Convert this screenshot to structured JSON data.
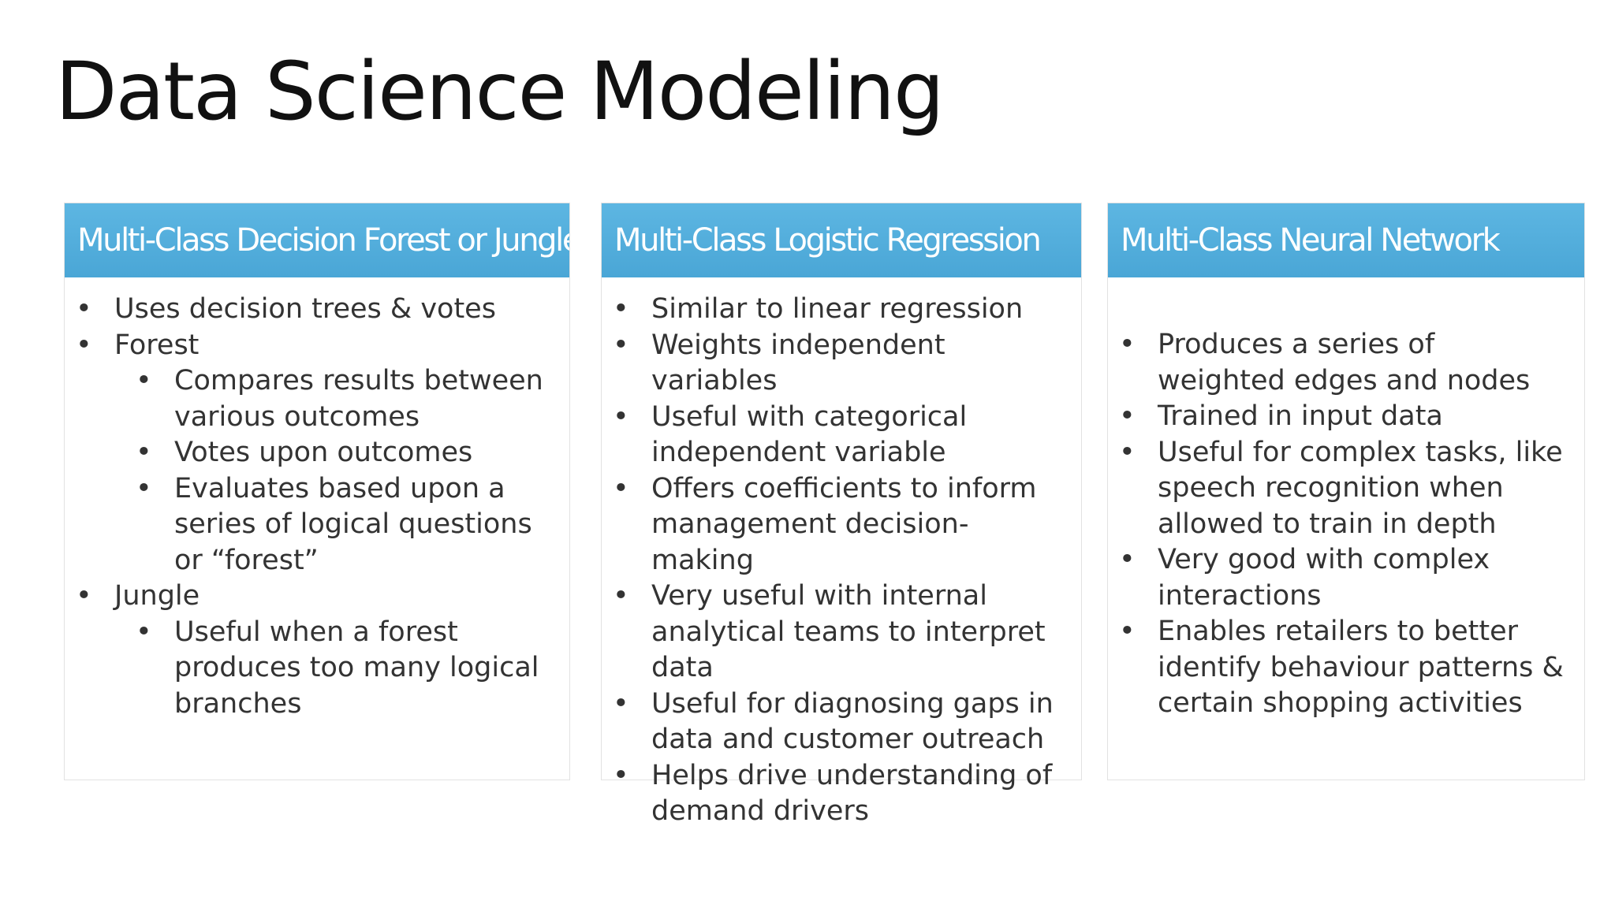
{
  "slide": {
    "title": "Data Science Modeling"
  },
  "colors": {
    "header_blue": "#4aa6d6",
    "header_text": "#ffffff",
    "body_text": "#333333",
    "title_text": "#111111"
  },
  "panels": [
    {
      "header": "Multi-Class Decision Forest or Jungle",
      "items": [
        {
          "bullet": "•",
          "text": "Uses decision trees & votes",
          "level": 1
        },
        {
          "bullet": "•",
          "text": "Forest",
          "level": 1
        },
        {
          "bullet": "•",
          "text": "Compares results between various outcomes",
          "level": 2
        },
        {
          "bullet": "•",
          "text": "Votes upon outcomes",
          "level": 2
        },
        {
          "bullet": "•",
          "text": "Evaluates based upon a series of logical questions or “forest”",
          "level": 2
        },
        {
          "bullet": "•",
          "text": "Jungle",
          "level": 1
        },
        {
          "bullet": "•",
          "text": "Useful when a forest produces too many logical branches",
          "level": 2
        }
      ]
    },
    {
      "header": "Multi-Class Logistic Regression",
      "items": [
        {
          "bullet": "•",
          "text": "Similar to linear regression",
          "level": 1
        },
        {
          "bullet": "•",
          "text": "Weights independent variables",
          "level": 1
        },
        {
          "bullet": "•",
          "text": "Useful with categorical independent variable",
          "level": 1
        },
        {
          "bullet": "•",
          "text": "Offers coefficients to inform management decision-making",
          "level": 1
        },
        {
          "bullet": "•",
          "text": "Very useful with internal analytical teams to interpret data",
          "level": 1
        },
        {
          "bullet": "•",
          "text": "Useful for diagnosing gaps in data and customer outreach",
          "level": 1
        },
        {
          "bullet": "•",
          "text": "Helps drive understanding of demand drivers",
          "level": 1
        }
      ]
    },
    {
      "header": "Multi-Class Neural Network",
      "items": [
        {
          "bullet": "•",
          "text": "Produces a series of weighted edges and nodes",
          "level": 1
        },
        {
          "bullet": "•",
          "text": "Trained in input data",
          "level": 1
        },
        {
          "bullet": "•",
          "text": "Useful for complex tasks, like speech recognition when allowed to train in depth",
          "level": 1
        },
        {
          "bullet": "•",
          "text": "Very good with complex interactions",
          "level": 1
        },
        {
          "bullet": "•",
          "text": "Enables retailers to better identify behaviour patterns & certain shopping activities",
          "level": 1
        }
      ]
    }
  ]
}
